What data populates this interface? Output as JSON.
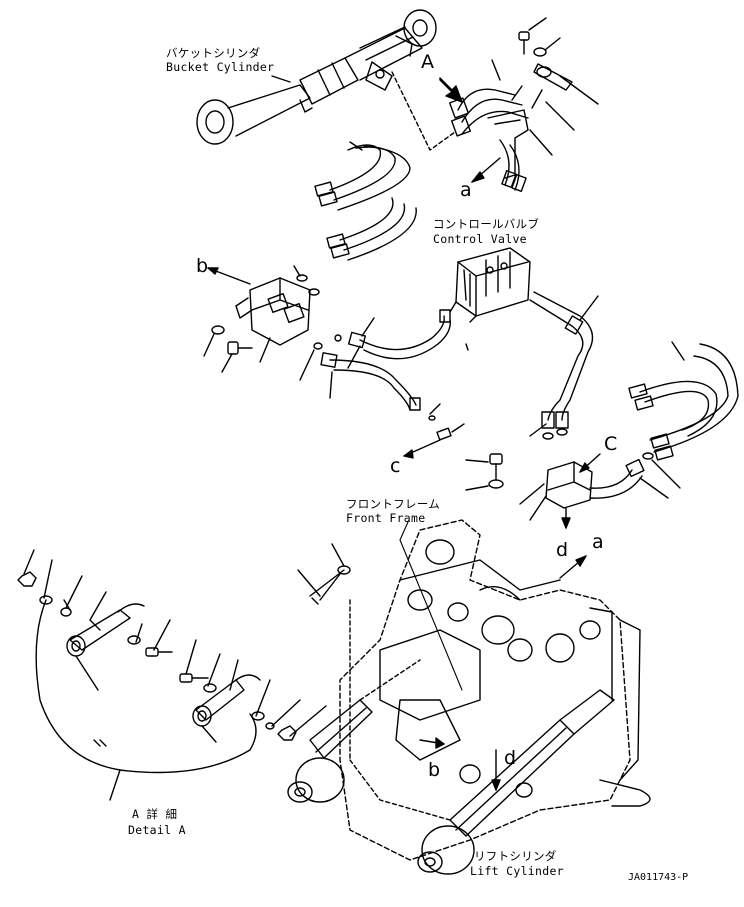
{
  "labels": {
    "bucket_cylinder_jp": "バケットシリンダ",
    "bucket_cylinder_en": "Bucket Cylinder",
    "control_valve_jp": "コントロールバルブ",
    "control_valve_en": "Control Valve",
    "front_frame_jp": "フロントフレーム",
    "front_frame_en": "Front Frame",
    "detail_jp": "A 詳 細",
    "detail_en": "Detail A",
    "lift_cylinder_jp": "リフトシリンダ",
    "lift_cylinder_en": "Lift Cylinder"
  },
  "callouts": {
    "A": "A",
    "a_top": "a",
    "b_left": "b",
    "c_left": "c",
    "c_right": "C",
    "d_front": "d",
    "a_front": "a",
    "b_frame": "b",
    "d_frame": "d"
  },
  "drawing_code": "JA011743-P"
}
